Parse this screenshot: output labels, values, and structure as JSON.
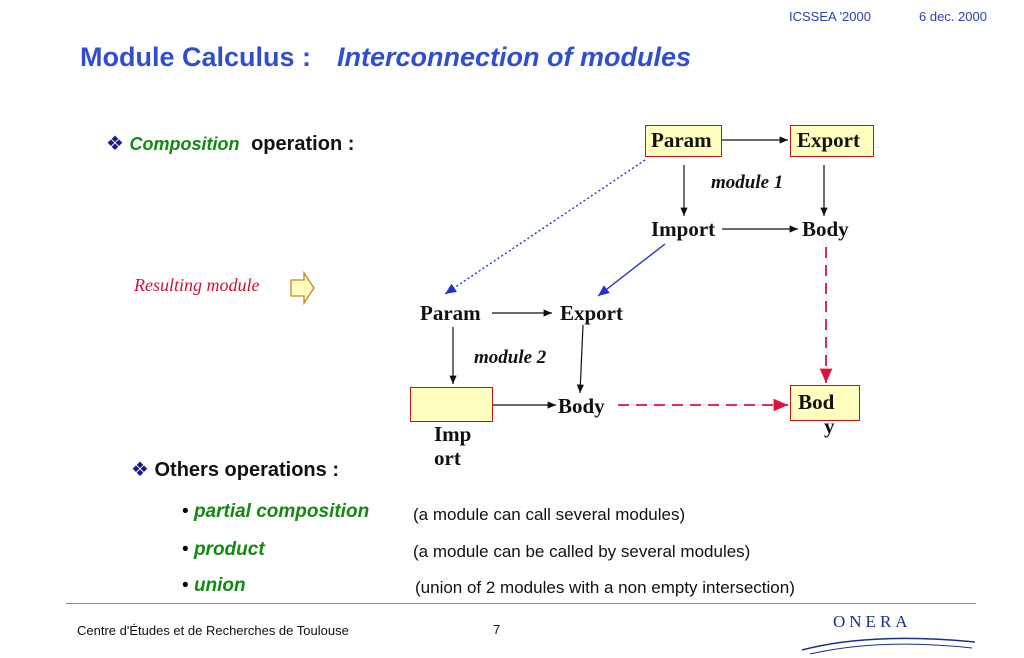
{
  "header": {
    "conference": "ICSSEA '2000",
    "date": "6 dec. 2000"
  },
  "title": {
    "main": "Module Calculus :",
    "sub": "Interconnection of modules"
  },
  "composition": {
    "symbol": "❖",
    "term": "Composition",
    "label": "operation :"
  },
  "resulting_module": {
    "label": "Resulting module"
  },
  "diagram": {
    "module1": {
      "param": "Param",
      "export": "Export",
      "name": "module 1",
      "import": "Import",
      "body": "Body"
    },
    "module2": {
      "param": "Param",
      "export": "Export",
      "name": "module 2",
      "import_line1": "Imp",
      "import_line2": "ort",
      "body": "Body"
    },
    "result_body": {
      "line1": "Bod",
      "line2": "y"
    }
  },
  "others": {
    "symbol": "❖",
    "heading": "Others operations :",
    "items": [
      {
        "bullet": "•",
        "term": "partial composition",
        "desc": "(a module can call several modules)"
      },
      {
        "bullet": "•",
        "term": "product",
        "desc": "(a module can be called by  several modules)"
      },
      {
        "bullet": "•",
        "term": "union",
        "desc": "(union of 2 modules with a non empty intersection)"
      }
    ]
  },
  "footer": {
    "org": "Centre d'Études et de Recherches de Toulouse",
    "page": "7",
    "logo": "ONERA"
  },
  "colors": {
    "title": "#2f4fd0",
    "term": "#128a12",
    "box_fill": "#ffffc0",
    "box_border": "#d01010",
    "dashed": "#e0103a",
    "blue_arrow": "#2233cc"
  }
}
